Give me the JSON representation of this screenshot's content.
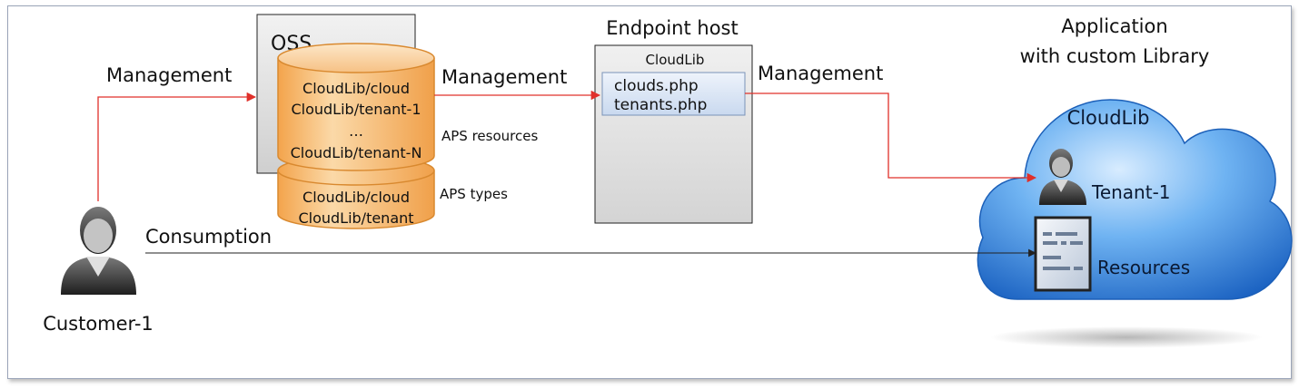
{
  "labels": {
    "management_1": "Management",
    "management_2": "Management",
    "management_3": "Management",
    "consumption": "Consumption",
    "customer": "Customer-1",
    "oss_title": "OSS",
    "aps_resources": "APS resources",
    "aps_types": "APS types",
    "endpoint_title": "Endpoint host",
    "endpoint_lib": "CloudLib",
    "app_title_line1": "Application",
    "app_title_line2": "with custom Library",
    "cloud_title": "CloudLib",
    "tenant": "Tenant-1",
    "resources": "Resources"
  },
  "oss_resources": [
    "CloudLib/cloud",
    "CloudLib/tenant-1",
    "…",
    "CloudLib/tenant-N"
  ],
  "oss_types": [
    "CloudLib/cloud",
    "CloudLib/tenant"
  ],
  "endpoint_files": [
    "clouds.php",
    "tenants.php"
  ],
  "colors": {
    "arrow_management": "#e0302a",
    "arrow_consumption": "#333333",
    "cylinder_fill": "#f7c585",
    "cylinder_stroke": "#d9892f",
    "cloud_fill": "#3d8fe0",
    "box_fill": "#e3e3e3",
    "file_box_fill": "#dbe6f5"
  },
  "icons": [
    "person-icon",
    "database-cylinder-icon",
    "cloud-icon",
    "document-icon"
  ]
}
